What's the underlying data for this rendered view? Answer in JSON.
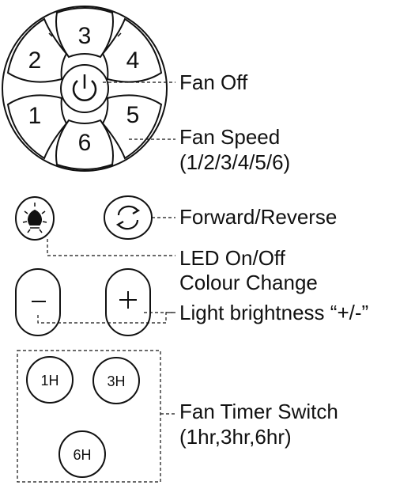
{
  "speed_keys": {
    "k1": "1",
    "k2": "2",
    "k3": "3",
    "k4": "4",
    "k5": "5",
    "k6": "6"
  },
  "timer_buttons": {
    "b1": "1H",
    "b2": "3H",
    "b3": "6H"
  },
  "callouts": {
    "fan_off": "Fan Off",
    "fan_speed_line1": "Fan Speed",
    "fan_speed_line2": "(1/2/3/4/5/6)",
    "forward_reverse": "Forward/Reverse",
    "led_line1": "LED On/Off",
    "led_line2": "Colour Change",
    "brightness": "Light brightness “+/-”",
    "timer_line1": "Fan Timer Switch",
    "timer_line2": "(1hr,3hr,6hr)"
  },
  "icons": {
    "power": "power-icon",
    "bulb": "light-bulb-icon",
    "reverse": "reverse-arrows-icon",
    "minus": "minus-icon",
    "plus": "plus-icon"
  },
  "colors": {
    "ink": "#111111",
    "background": "#ffffff"
  }
}
